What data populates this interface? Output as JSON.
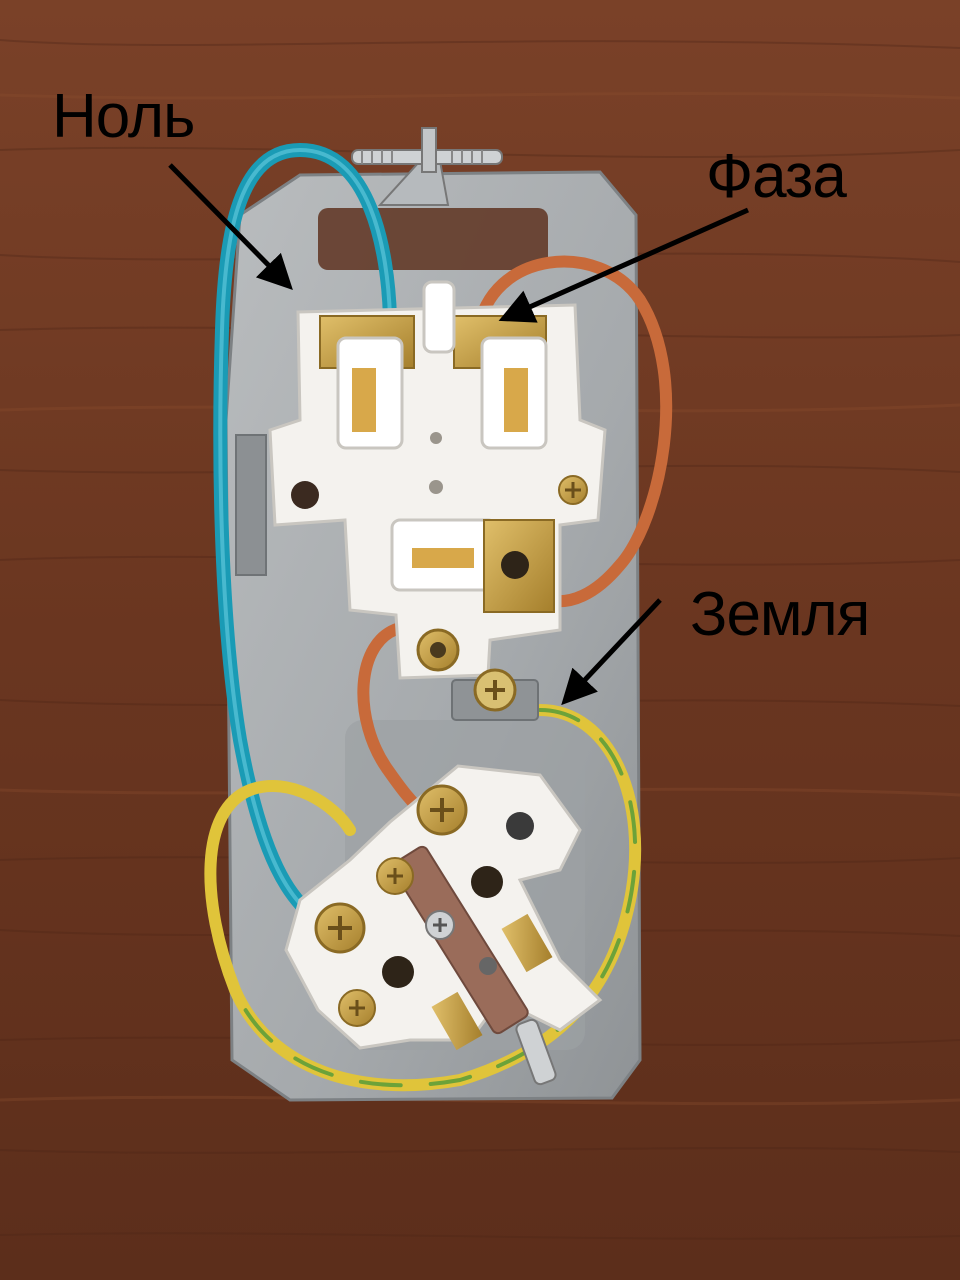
{
  "labels": {
    "neutral": "Ноль",
    "phase": "Фаза",
    "ground": "Земля"
  },
  "colors": {
    "wood": "#6b3a22",
    "plate": "#a9adb0",
    "neutral_wire": "#1a9bb5",
    "phase_wire": "#c86a3a",
    "ground_wire_yellow": "#e0c43a",
    "ground_wire_green": "#4f9a3a",
    "terminal_brass": "#c9a24a",
    "plastic": "#f4f2ee"
  }
}
